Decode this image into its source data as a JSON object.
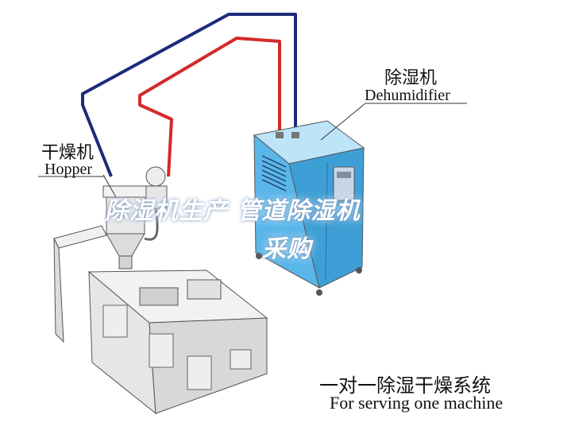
{
  "labels": {
    "dehumidifier_cn": "除湿机",
    "dehumidifier_en": "Dehumidifier",
    "hopper_cn": "干燥机",
    "hopper_en": "Hopper",
    "system_cn": "一对一除湿干燥系统",
    "system_en": "For serving one machine"
  },
  "overlay": {
    "line1": "除湿机生产 管道除湿机",
    "line2": "采购"
  },
  "colors": {
    "return_pipe": "#1f2a7a",
    "supply_pipe": "#d42a2a",
    "dehumidifier_body": "#59b6ea",
    "machine_body": "#e6e6e6",
    "outline": "#555555"
  }
}
